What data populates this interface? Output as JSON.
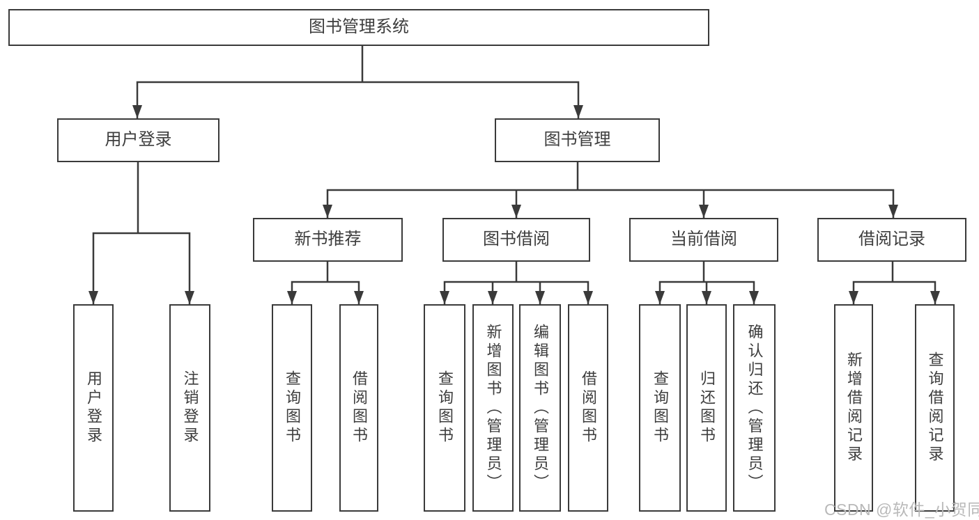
{
  "diagram": {
    "title": "图书管理系统",
    "colors": {
      "line": "#3a3a3a",
      "box_border": "#3a3a3a",
      "text": "#3d3d3d",
      "background": "#ffffff",
      "watermark": "#b9b9b9"
    }
  },
  "nodes": {
    "system": {
      "label": "图书管理系统"
    },
    "user_login": {
      "label": "用户登录"
    },
    "book_management": {
      "label": "图书管理"
    },
    "new_book_recommend": {
      "label": "新书推荐"
    },
    "book_borrow": {
      "label": "图书借阅"
    },
    "current_borrow": {
      "label": "当前借阅"
    },
    "borrow_records": {
      "label": "借阅记录"
    },
    "login_user_login": {
      "label": "用户登录"
    },
    "login_logout": {
      "label": "注销登录"
    },
    "recommend_query_book": {
      "label": "查询图书"
    },
    "recommend_borrow_book": {
      "label": "借阅图书"
    },
    "borrow_query_book": {
      "label": "查询图书"
    },
    "borrow_add_book_admin": {
      "label": "新增图书（管理员）"
    },
    "borrow_edit_book_admin": {
      "label": "编辑图书（管理员）"
    },
    "borrow_borrow_book": {
      "label": "借阅图书"
    },
    "current_query_book": {
      "label": "查询图书"
    },
    "current_return_book": {
      "label": "归还图书"
    },
    "current_confirm_return_admin": {
      "label": "确认归还（管理员）"
    },
    "records_add_record": {
      "label": "新增借阅记录"
    },
    "records_query_record": {
      "label": "查询借阅记录"
    }
  },
  "structure": {
    "system": [
      "user_login",
      "book_management"
    ],
    "user_login": [
      "login_user_login",
      "login_logout"
    ],
    "book_management": [
      "new_book_recommend",
      "book_borrow",
      "current_borrow",
      "borrow_records"
    ],
    "new_book_recommend": [
      "recommend_query_book",
      "recommend_borrow_book"
    ],
    "book_borrow": [
      "borrow_query_book",
      "borrow_add_book_admin",
      "borrow_edit_book_admin",
      "borrow_borrow_book"
    ],
    "current_borrow": [
      "current_query_book",
      "current_return_book",
      "current_confirm_return_admin"
    ],
    "borrow_records": [
      "records_add_record",
      "records_query_record"
    ]
  },
  "watermark": {
    "text": "CSDN @软件_小贺同学"
  }
}
